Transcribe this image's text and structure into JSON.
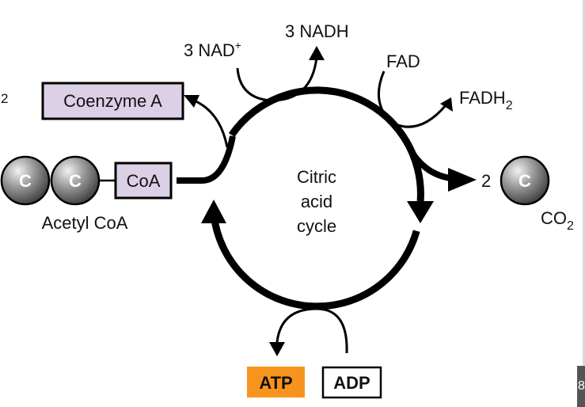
{
  "labels": {
    "nad_left": "3 NAD",
    "nad_left_sup": "+",
    "nadh": "3 NADH",
    "fad": "FAD",
    "fadh_base": "FADH",
    "fadh_sub": "2",
    "coenzyme_a": "Coenzyme A",
    "coa": "CoA",
    "acetyl_coa": "Acetyl CoA",
    "cycle_line1": "Citric",
    "cycle_line2": "acid",
    "cycle_line3": "cycle",
    "co2_count": "2",
    "co2_base": "CO",
    "co2_sub": "2",
    "left_edge_sub": "2",
    "atp": "ATP",
    "adp": "ADP",
    "carbon": "C",
    "corner_text": "8"
  },
  "colors": {
    "coa_box": "#dcd0e6",
    "atp_box": "#f7941d",
    "ball": "#7a7a7a",
    "stroke": "#000000"
  }
}
